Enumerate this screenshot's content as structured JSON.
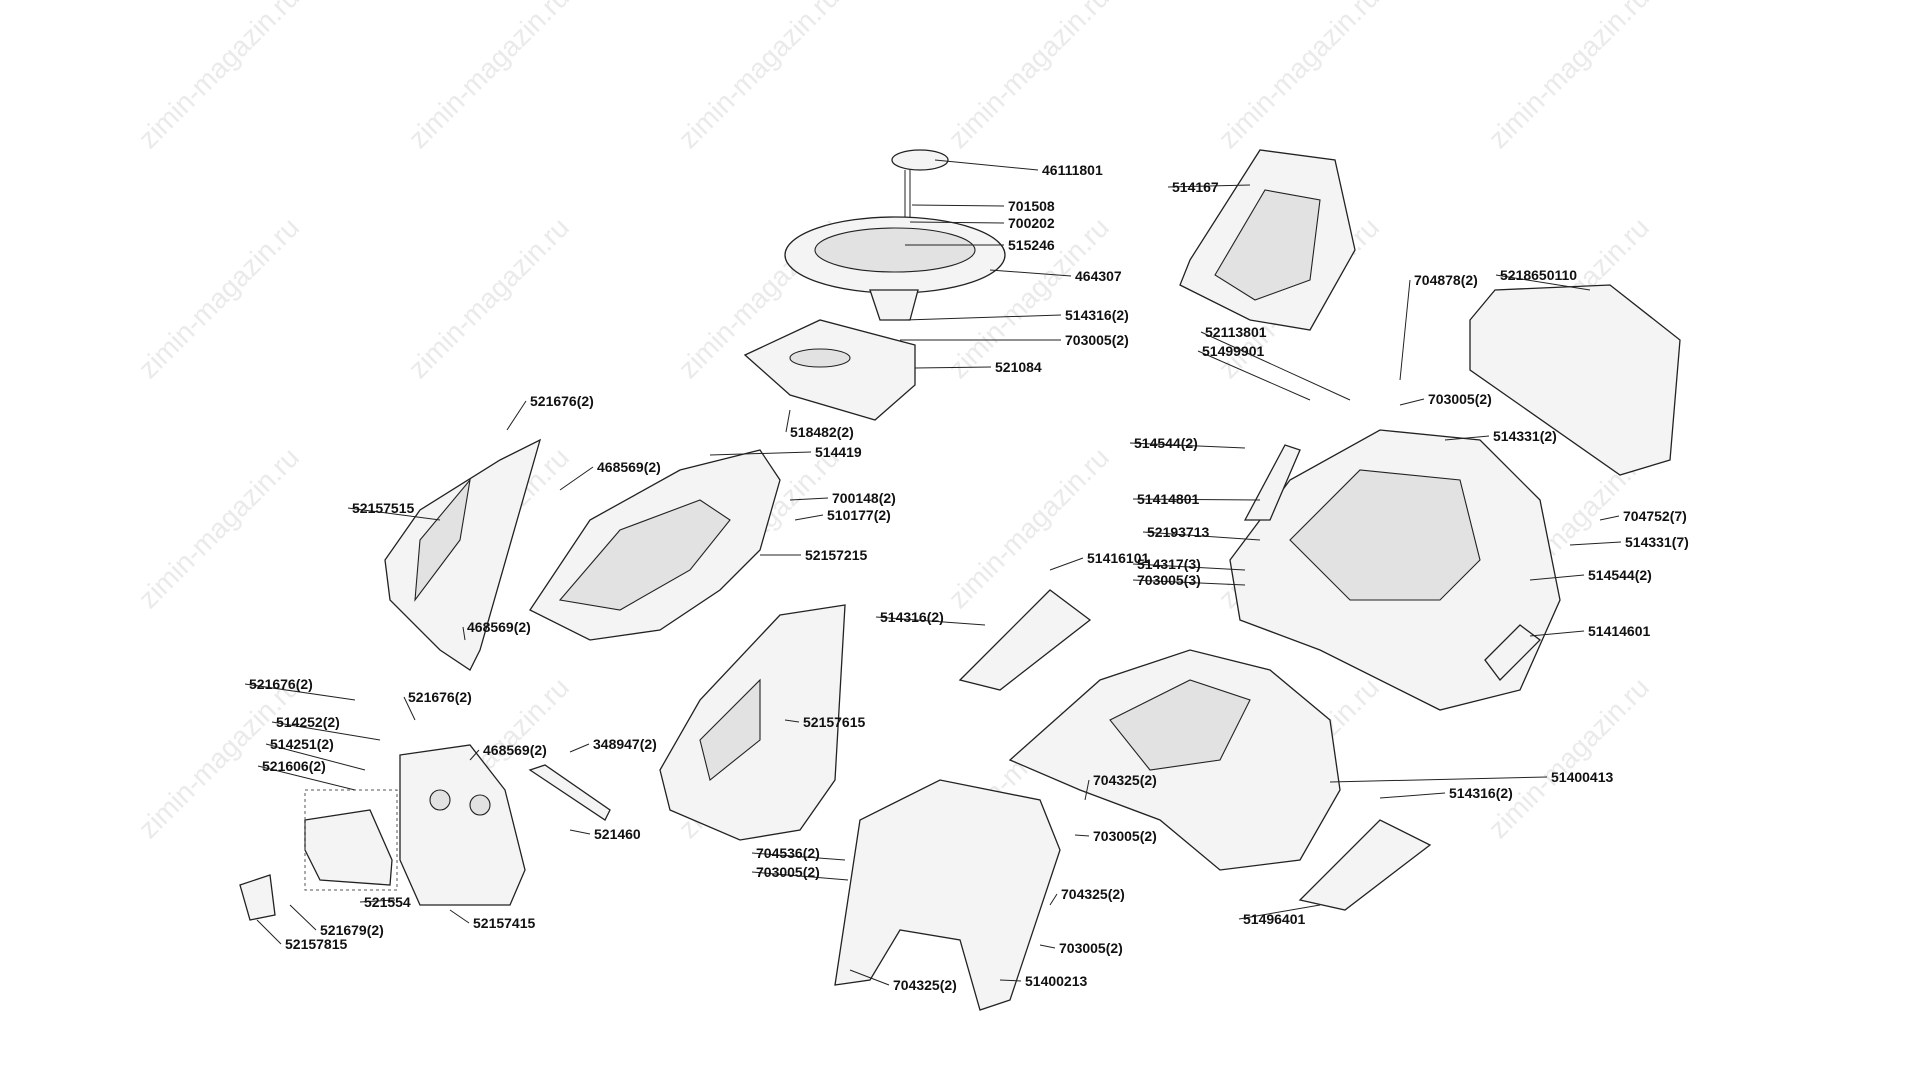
{
  "watermark": "zimin-magazin.ru",
  "labels": {
    "46111801": "46111801",
    "701508": "701508",
    "700202": "700202",
    "515246": "515246",
    "464307": "464307",
    "514316_2a": "514316(2)",
    "703005_2a": "703005(2)",
    "521084": "521084",
    "518482_2": "518482(2)",
    "514419": "514419",
    "521676_2a": "521676(2)",
    "468569_2a": "468569(2)",
    "52157515": "52157515",
    "700148_2": "700148(2)",
    "510177_2": "510177(2)",
    "52157215": "52157215",
    "468569_2b": "468569(2)",
    "521676_2b": "521676(2)",
    "521676_2c": "521676(2)",
    "514252_2": "514252(2)",
    "514251_2": "514251(2)",
    "521606_2": "521606(2)",
    "468569_2c": "468569(2)",
    "348947_2": "348947(2)",
    "52157615": "52157615",
    "521460": "521460",
    "521554": "521554",
    "52157415": "52157415",
    "521679_2": "521679(2)",
    "52157815": "52157815",
    "514167": "514167",
    "704878_2": "704878(2)",
    "5218650110": "5218650110",
    "52113801": "52113801",
    "51499901": "51499901",
    "703005_2b": "703005(2)",
    "514331_2": "514331(2)",
    "514544_2a": "514544(2)",
    "51414801": "51414801",
    "704752_7": "704752(7)",
    "52193713": "52193713",
    "514331_7": "514331(7)",
    "51416101": "51416101",
    "514317_3": "514317(3)",
    "703005_3": "703005(3)",
    "514544_2b": "514544(2)",
    "514316_2b": "514316(2)",
    "51414601": "51414601",
    "704325_2a": "704325(2)",
    "703005_2c": "703005(2)",
    "51400413": "51400413",
    "514316_2c": "514316(2)",
    "704536_2": "704536(2)",
    "703005_2d": "703005(2)",
    "704325_2b": "704325(2)",
    "703005_2e": "703005(2)",
    "51496401": "51496401",
    "704325_2c": "704325(2)",
    "51400213": "51400213"
  }
}
